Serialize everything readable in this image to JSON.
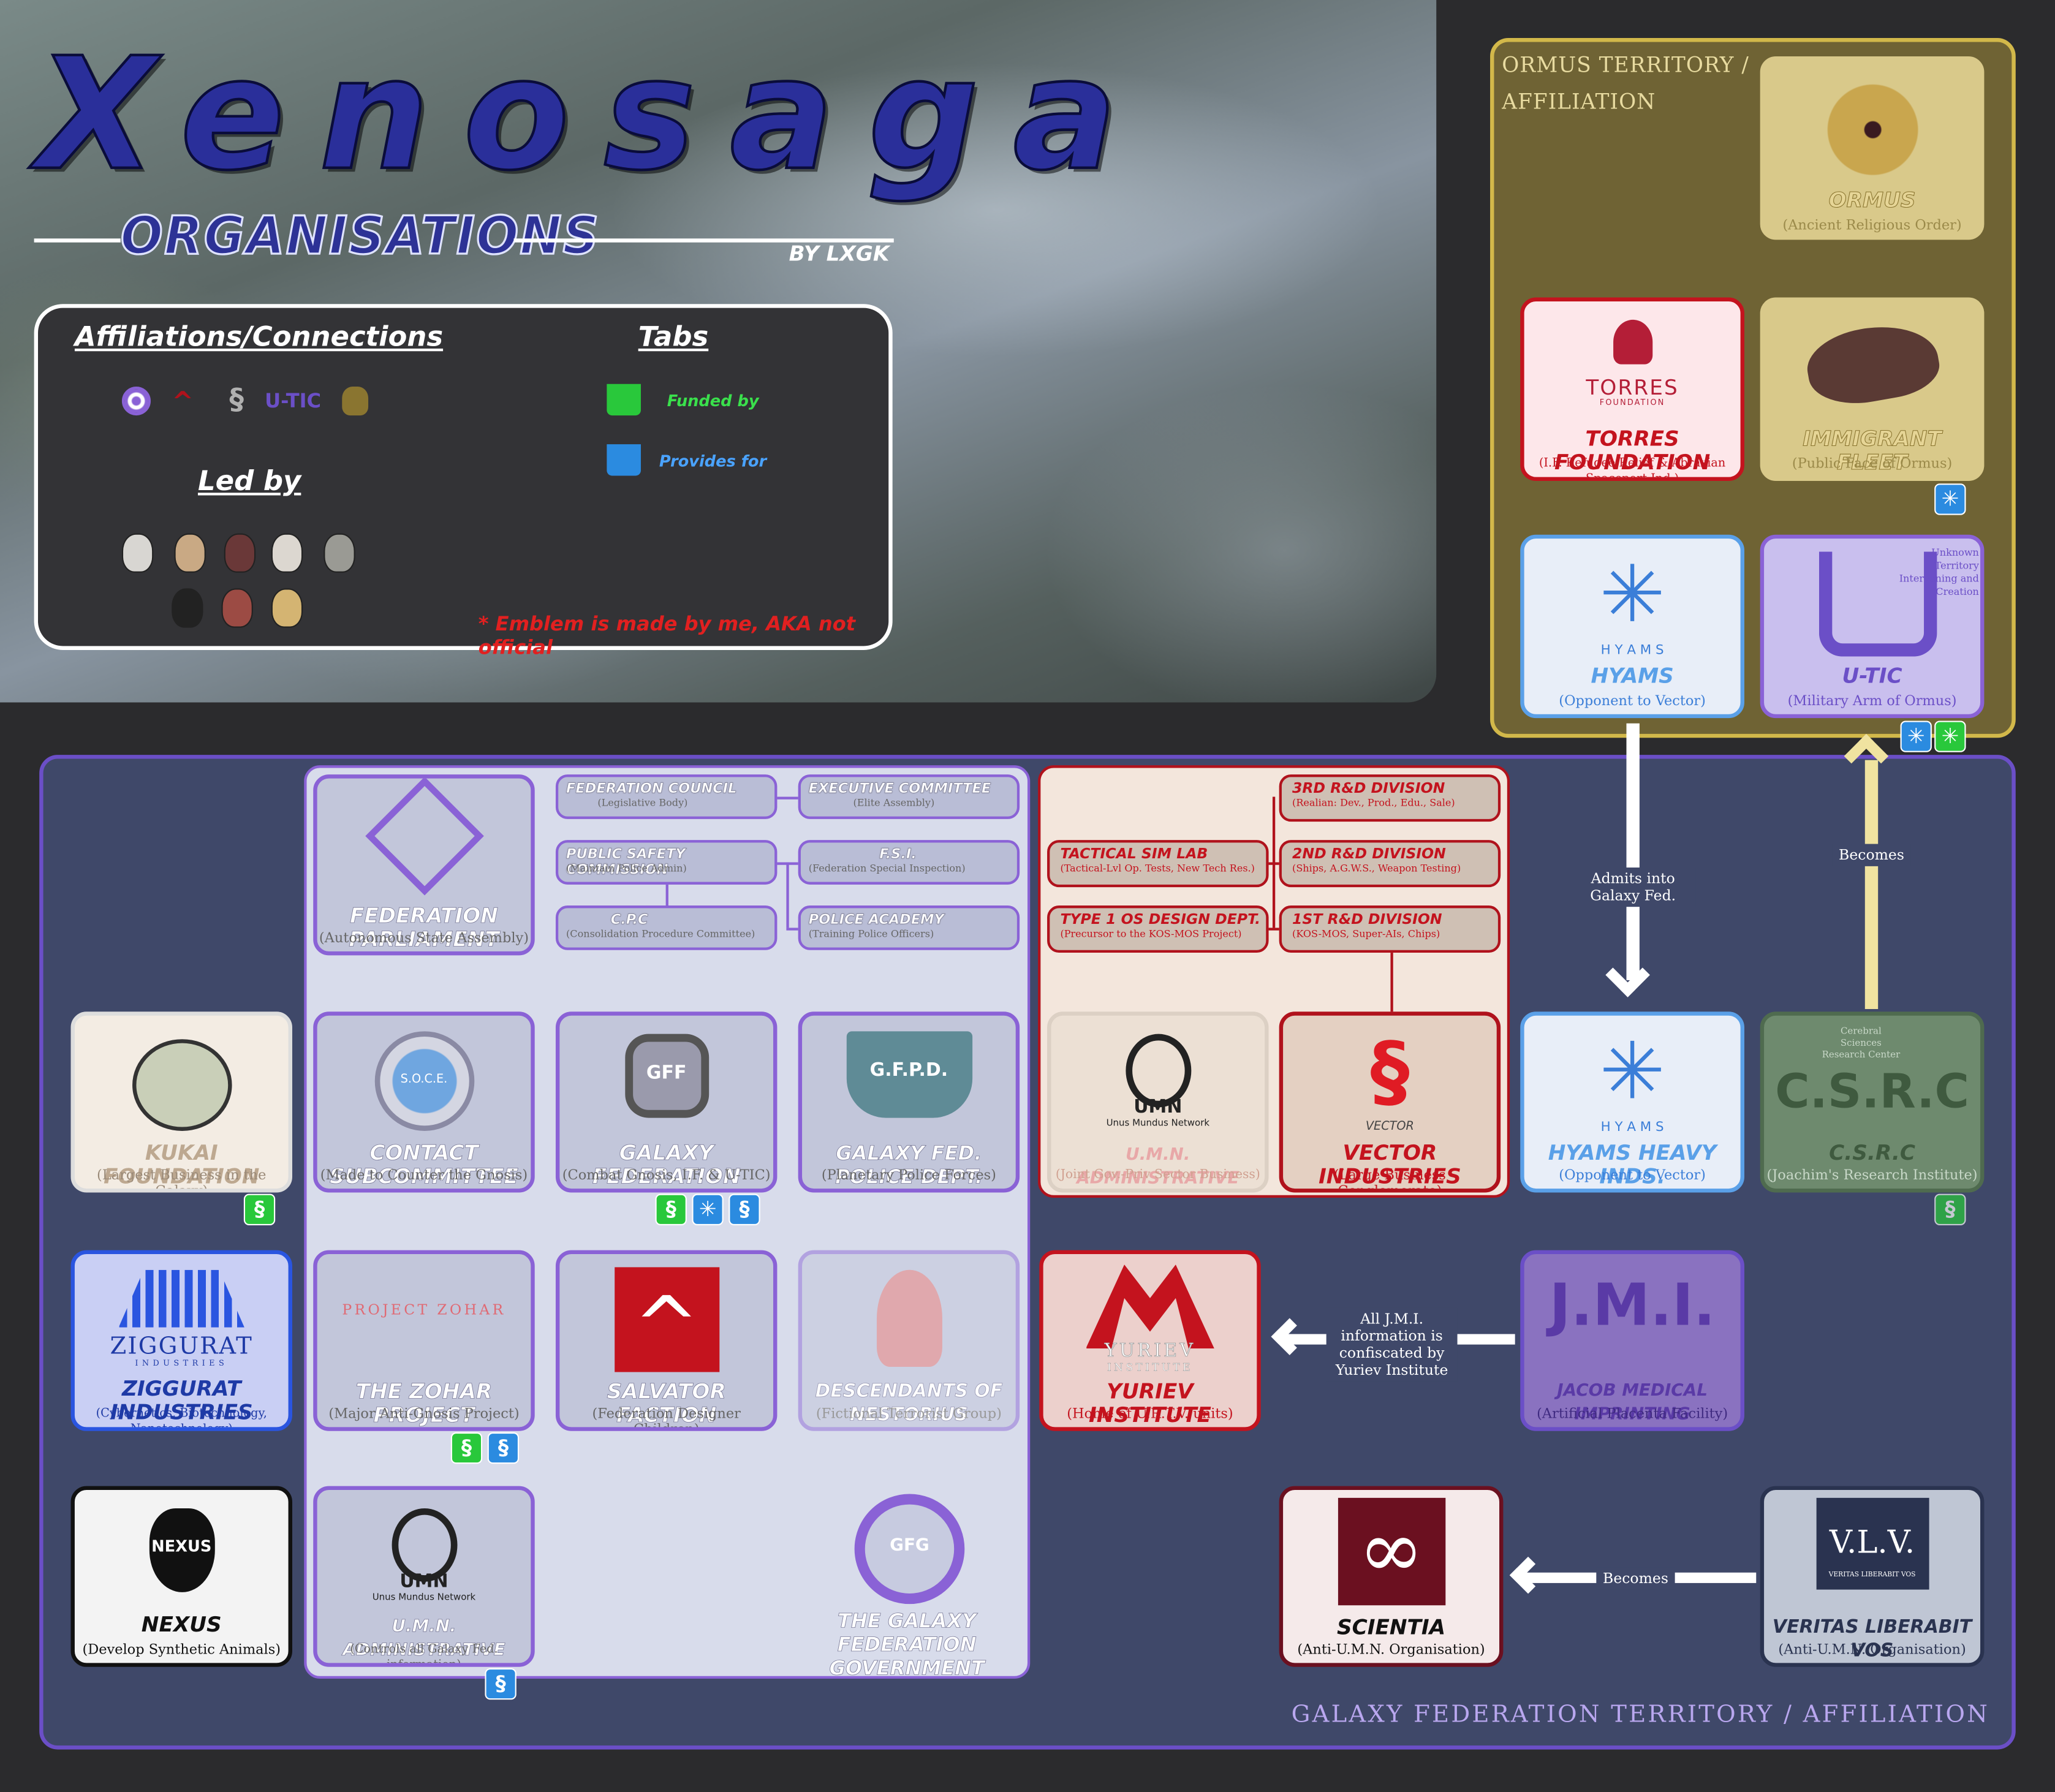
{
  "header": {
    "title": "Xenosaga",
    "subtitle": "ORGANISATIONS",
    "byline": "BY LXGK"
  },
  "legend": {
    "affiliations_heading": "Affiliations/Connections",
    "tabs_heading": "Tabs",
    "led_by_heading": "Led by",
    "tab_funded": "Funded by",
    "tab_provides": "Provides for",
    "tab_funded_color": "#29c83b",
    "tab_provides_color": "#2b8be0",
    "note": "* Emblem is made by me, AKA not official",
    "affiliation_icons": [
      "gff-emblem-icon",
      "vector-chevron-icon",
      "vector-swoosh-icon",
      "u-tic-icon",
      "ormus-emblem-icon"
    ]
  },
  "ormus_territory": {
    "title_line1": "ORMUS TERRITORY /",
    "title_line2": "AFFILIATION",
    "cards": {
      "ormus": {
        "name": "ORMUS",
        "sub": "(Ancient Religious Order)"
      },
      "torres": {
        "name": "TORRES FOUNDATION",
        "sub": "(I.F. Refugee Relief & Abraxian Spaceport Ind.)",
        "logo_text": "TORRES",
        "logo_sub": "FOUNDATION"
      },
      "immigrant": {
        "name": "IMMIGRANT FLEET",
        "sub": "(Public Face of Ormus)"
      },
      "hyams": {
        "name": "HYAMS",
        "sub": "(Opponent to Vector)",
        "logo_text": "H Y A M S"
      },
      "utic": {
        "name": "U-TIC",
        "sub": "(Military Arm of Ormus)",
        "logo_text": "Unknown Territory Intervening and Creation"
      }
    }
  },
  "gf_territory": {
    "title": "GALAXY FEDERATION TERRITORY / AFFILIATION",
    "parliament": {
      "name": "FEDERATION PARLIAMENT",
      "sub": "(Autonomous State Assembly)"
    },
    "council": {
      "name": "FEDERATION COUNCIL",
      "sub": "(Legislative Body)"
    },
    "executive": {
      "name": "EXECUTIVE COMMITTEE",
      "sub": "(Elite Assembly)"
    },
    "psc": {
      "name": "PUBLIC SAFETY COMMISSION",
      "sub": "(Maintain Police Admin)"
    },
    "fsi": {
      "name": "F.S.I.",
      "sub": "(Federation Special Inspection)"
    },
    "cpc": {
      "name": "C.P.C",
      "sub": "(Consolidation Procedure Committee)"
    },
    "academy": {
      "name": "POLICE ACADEMY",
      "sub": "(Training Police Officers)"
    },
    "soce": {
      "name": "CONTACT SUBCOMMITTEE",
      "sub": "(Made to Counter the Gnosis)",
      "logo_text": "S.O.C.E."
    },
    "gff": {
      "name": "GALAXY FEDERATION FORCE",
      "sub": "(Combat Gnosis, I.F. & U-TIC)",
      "logo_text": "GFF"
    },
    "gfpd": {
      "name": "GALAXY FED. POLICE DEPT.",
      "sub": "(Planetary Police Forces)",
      "logo_text": "G.F.P.D."
    },
    "zohar": {
      "name": "THE ZOHAR PROJECT",
      "sub": "(Major Anti-Gnosis Project)",
      "logo_text": "PROJECT ZOHAR"
    },
    "salvator": {
      "name": "SALVATOR FACTION",
      "sub": "(Federation Designer Children)"
    },
    "nestorius": {
      "name": "DESCENDANTS OF NESTORIUS",
      "sub": "(Fictional Terrorist Group)"
    },
    "umn_gf": {
      "name": "U.M.N. ADMINISTRATIVE BUREAU",
      "sub": "(Controls all Galaxy Fed. information)",
      "logo_text": "UMN",
      "logo_sub": "Unus Mundus Network"
    },
    "gfg": {
      "name": "THE GALAXY FEDERATION GOVERNMENT",
      "logo_text": "GFG"
    },
    "kukai": {
      "name": "KUKAI FOUNDATION",
      "sub": "(Largest Business in the Galaxy)"
    },
    "ziggurat": {
      "name": "ZIGGURAT INDUSTRIES",
      "sub": "(Cybernetics, Biotechnology, Nanotechnology)",
      "logo_text": "ZIGGURAT",
      "logo_sub": "INDUSTRIES"
    },
    "nexus": {
      "name": "NEXUS",
      "sub": "(Develop Synthetic Animals)",
      "logo_text": "NEXUS"
    },
    "rd3": {
      "name": "3RD R&D DIVISION",
      "sub": "(Realian: Dev., Prod., Edu., Sale)"
    },
    "tacsim": {
      "name": "TACTICAL SIM LAB",
      "sub": "(Tactical-Lvl Op. Tests, New Tech Res.)"
    },
    "rd2": {
      "name": "2ND R&D DIVISION",
      "sub": "(Ships, A.G.W.S., Weapon Testing)"
    },
    "os": {
      "name": "TYPE 1 OS DESIGN DEPT.",
      "sub": "(Precursor to the KOS-MOS Project)"
    },
    "rd1": {
      "name": "1ST R&D DIVISION",
      "sub": "(KOS-MOS, Super-AIs, Chips)"
    },
    "umn_v": {
      "name": "U.M.N. ADMINISTRATIVE BUREAU",
      "sub": "(Joint Gov.-Priv Sector Business)",
      "logo_text": "UMN",
      "logo_sub": "Unus Mundus Network"
    },
    "vector": {
      "name": "VECTOR INDUSTRIES",
      "sub": "(Large Business Conglomerate)",
      "logo_text": "VECTOR"
    },
    "hyams_heavy": {
      "name": "HYAMS HEAVY INDS.",
      "sub": "(Opponent to Vector)",
      "logo_text": "H Y A M S"
    },
    "csrc": {
      "name": "C.S.R.C",
      "sub": "(Joachim's Research Institute)",
      "logo_text": "C.S.R.C",
      "logo_sub": "Cerebral Sciences Research Center"
    },
    "yuriev": {
      "name": "YURIEV INSTITUTE",
      "sub": "(Home of U.R.T.V. units)",
      "logo_text": "YURIEV",
      "logo_sub": "INSTITUTE"
    },
    "jmi": {
      "name": "JACOB MEDICAL IMPRINTING",
      "sub": "(Artificial Placenta Facility)",
      "logo_text": "J.M.I."
    },
    "scientia": {
      "name": "SCIENTIA",
      "sub": "(Anti-U.M.N. Organisation)"
    },
    "vlv": {
      "name": "VERITAS LIBERABIT VOS",
      "sub": "(Anti-U.M.N. Organisation)",
      "logo_text": "V.L.V.",
      "logo_sub": "VERITAS LIBERABIT VOS"
    }
  },
  "arrows": {
    "admits": "Admits into Galaxy Fed.",
    "becomes_csrc": "Becomes",
    "jmi_yuriev": "All J.M.I. information is confiscated by Yuriev Institute",
    "becomes_scientia": "Becomes"
  }
}
